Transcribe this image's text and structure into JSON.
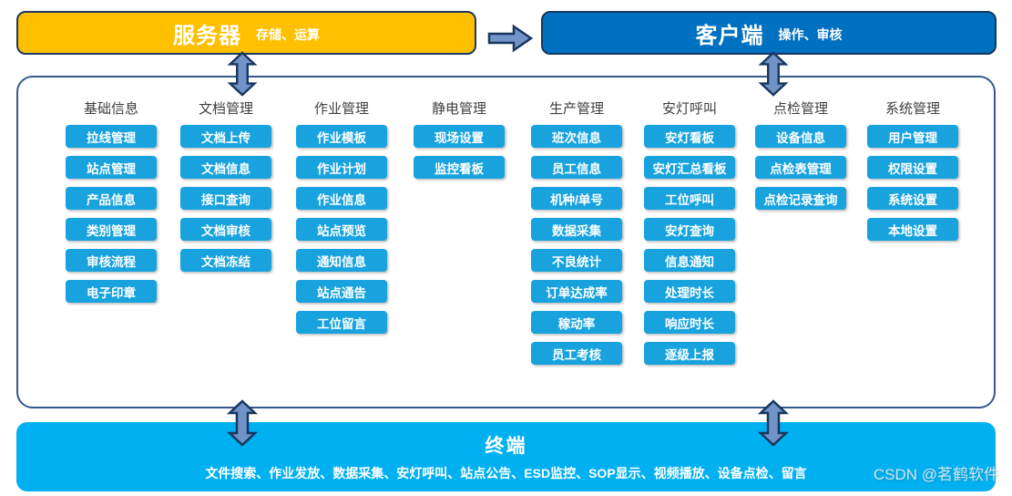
{
  "header": {
    "server": {
      "title": "服务器",
      "subtitle": "存储、运算"
    },
    "client": {
      "title": "客户端",
      "subtitle": "操作、审核"
    }
  },
  "modules": [
    {
      "name": "基础信息",
      "items": [
        "拉线管理",
        "站点管理",
        "产品信息",
        "类别管理",
        "审核流程",
        "电子印章"
      ]
    },
    {
      "name": "文档管理",
      "items": [
        "文档上传",
        "文档信息",
        "接口查询",
        "文档审核",
        "文档冻结"
      ]
    },
    {
      "name": "作业管理",
      "items": [
        "作业模板",
        "作业计划",
        "作业信息",
        "站点预览",
        "通知信息",
        "站点通告",
        "工位留言"
      ]
    },
    {
      "name": "静电管理",
      "items": [
        "现场设置",
        "监控看板"
      ]
    },
    {
      "name": "生产管理",
      "items": [
        "班次信息",
        "员工信息",
        "机种/单号",
        "数据采集",
        "不良统计",
        "订单达成率",
        "稼动率",
        "员工考核"
      ]
    },
    {
      "name": "安灯呼叫",
      "items": [
        "安灯看板",
        "安灯汇总看板",
        "工位呼叫",
        "安灯查询",
        "信息通知",
        "处理时长",
        "响应时长",
        "逐级上报"
      ]
    },
    {
      "name": "点检管理",
      "items": [
        "设备信息",
        "点检表管理",
        "点检记录查询"
      ]
    },
    {
      "name": "系统管理",
      "items": [
        "用户管理",
        "权限设置",
        "系统设置",
        "本地设置"
      ]
    }
  ],
  "terminal": {
    "title": "终端",
    "subtitle": "文件搜索、作业发放、数据采集、安灯呼叫、站点公告、ESD监控、SOP显示、视频播放、设备点检、留言"
  },
  "watermark": "CSDN @茗鹤软件",
  "colors": {
    "server_fill": "#FFC000",
    "client_fill": "#0070C0",
    "button_fill": "#18A3DF",
    "terminal_fill": "#00B0F0",
    "arrow_fill": "#7193C8",
    "arrow_stroke": "#17375E",
    "panel_border": "#35598E"
  }
}
